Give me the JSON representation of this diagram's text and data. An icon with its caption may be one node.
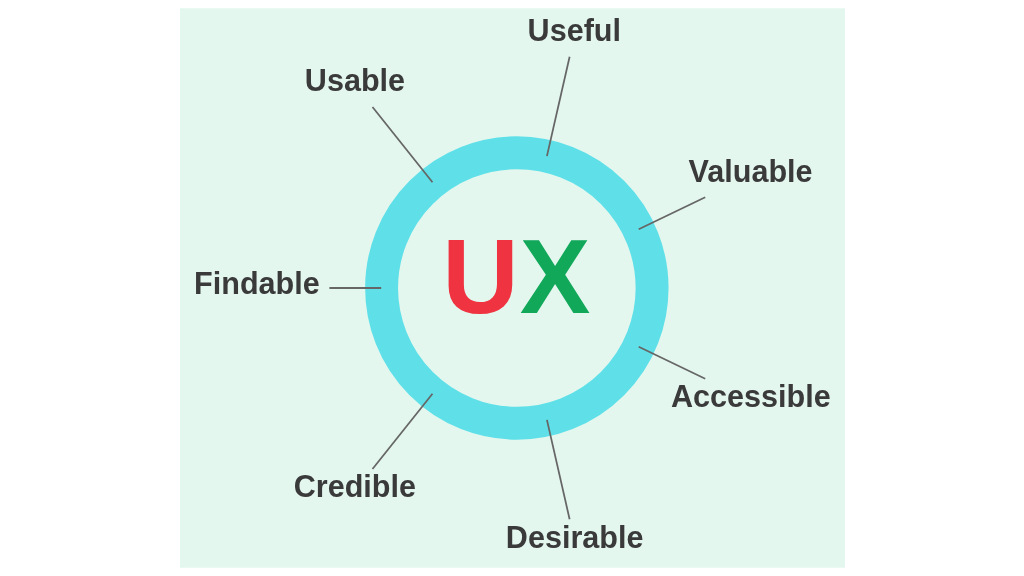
{
  "diagram": {
    "nodes": [
      {
        "text": [
          "UX"
        ]
      },
      {
        "text": [
          "Valuable"
        ]
      },
      {
        "text": [
          "Useful"
        ]
      },
      {
        "text": [
          "Usable"
        ]
      },
      {
        "text": [
          "Findable"
        ]
      },
      {
        "text": [
          "Credible"
        ]
      },
      {
        "text": [
          "Desirable"
        ]
      },
      {
        "text": [
          "Accessible"
        ]
      }
    ],
    "edges": [
      {
        "from": 1,
        "to": 0,
        "arrow": "none"
      },
      {
        "from": 2,
        "to": 0,
        "arrow": "none"
      },
      {
        "from": 3,
        "to": 0,
        "arrow": "none"
      },
      {
        "from": 4,
        "to": 0,
        "arrow": "none"
      },
      {
        "from": 5,
        "to": 0,
        "arrow": "none"
      },
      {
        "from": 6,
        "to": 0,
        "arrow": "none"
      },
      {
        "from": 7,
        "to": 0,
        "arrow": "none"
      }
    ]
  }
}
